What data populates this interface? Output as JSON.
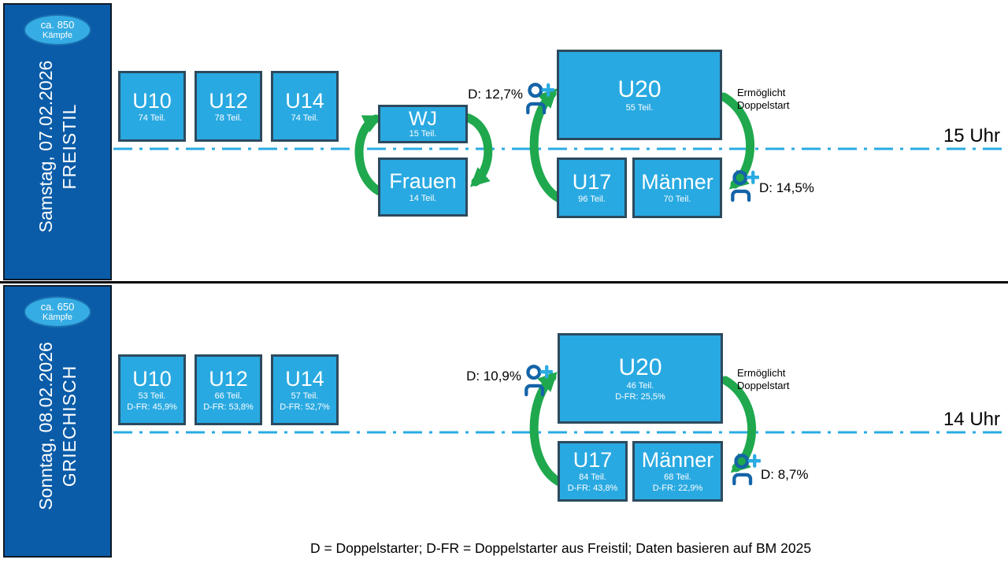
{
  "footer": "D = Doppelstarter; D-FR = Doppelstarter aus Freistil; Daten basieren auf BM 2025",
  "colors": {
    "sidebar_blue": "#0A5CA8",
    "box_fill": "#29A9E1",
    "box_border": "#2C4A5E",
    "timeline_blue": "#29ABE2",
    "arrow_green": "#1FA84D",
    "person_icon_blue": "#1464A8",
    "bubble_fill": "#35ACE3"
  },
  "sections": [
    {
      "bubble1": "ca. 850",
      "bubble2": "Kämpfe",
      "date": "Samstag, 07.02.2026",
      "style": "FREISTIL",
      "time": "15 Uhr",
      "doppel_left": "D: 12,7%",
      "doppel_right": "D: 14,5%",
      "enables1": "Ermöglicht",
      "enables2": "Doppelstart",
      "boxes": {
        "u10": {
          "title": "U10",
          "teil": "74 Teil."
        },
        "u12": {
          "title": "U12",
          "teil": "78 Teil."
        },
        "u14": {
          "title": "U14",
          "teil": "74 Teil."
        },
        "wj": {
          "title": "WJ",
          "teil": "15 Teil."
        },
        "frauen": {
          "title": "Frauen",
          "teil": "14 Teil."
        },
        "u20": {
          "title": "U20",
          "teil": "55 Teil."
        },
        "u17": {
          "title": "U17",
          "teil": "96 Teil."
        },
        "maenner": {
          "title": "Männer",
          "teil": "70 Teil."
        }
      }
    },
    {
      "bubble1": "ca. 650",
      "bubble2": "Kämpfe",
      "date": "Sonntag, 08.02.2026",
      "style": "GRIECHISCH",
      "time": "14 Uhr",
      "doppel_left": "D: 10,9%",
      "doppel_right": "D: 8,7%",
      "enables1": "Ermöglicht",
      "enables2": "Doppelstart",
      "boxes": {
        "u10": {
          "title": "U10",
          "teil": "53 Teil.",
          "dfr": "D-FR: 45,9%"
        },
        "u12": {
          "title": "U12",
          "teil": "66 Teil.",
          "dfr": "D-FR: 53,8%"
        },
        "u14": {
          "title": "U14",
          "teil": "57 Teil.",
          "dfr": "D-FR: 52,7%"
        },
        "u20": {
          "title": "U20",
          "teil": "46 Teil.",
          "dfr": "D-FR: 25,5%"
        },
        "u17": {
          "title": "U17",
          "teil": "84 Teil.",
          "dfr": "D-FR: 43,8%"
        },
        "maenner": {
          "title": "Männer",
          "teil": "68 Teil.",
          "dfr": "D-FR: 22,9%"
        }
      }
    }
  ]
}
